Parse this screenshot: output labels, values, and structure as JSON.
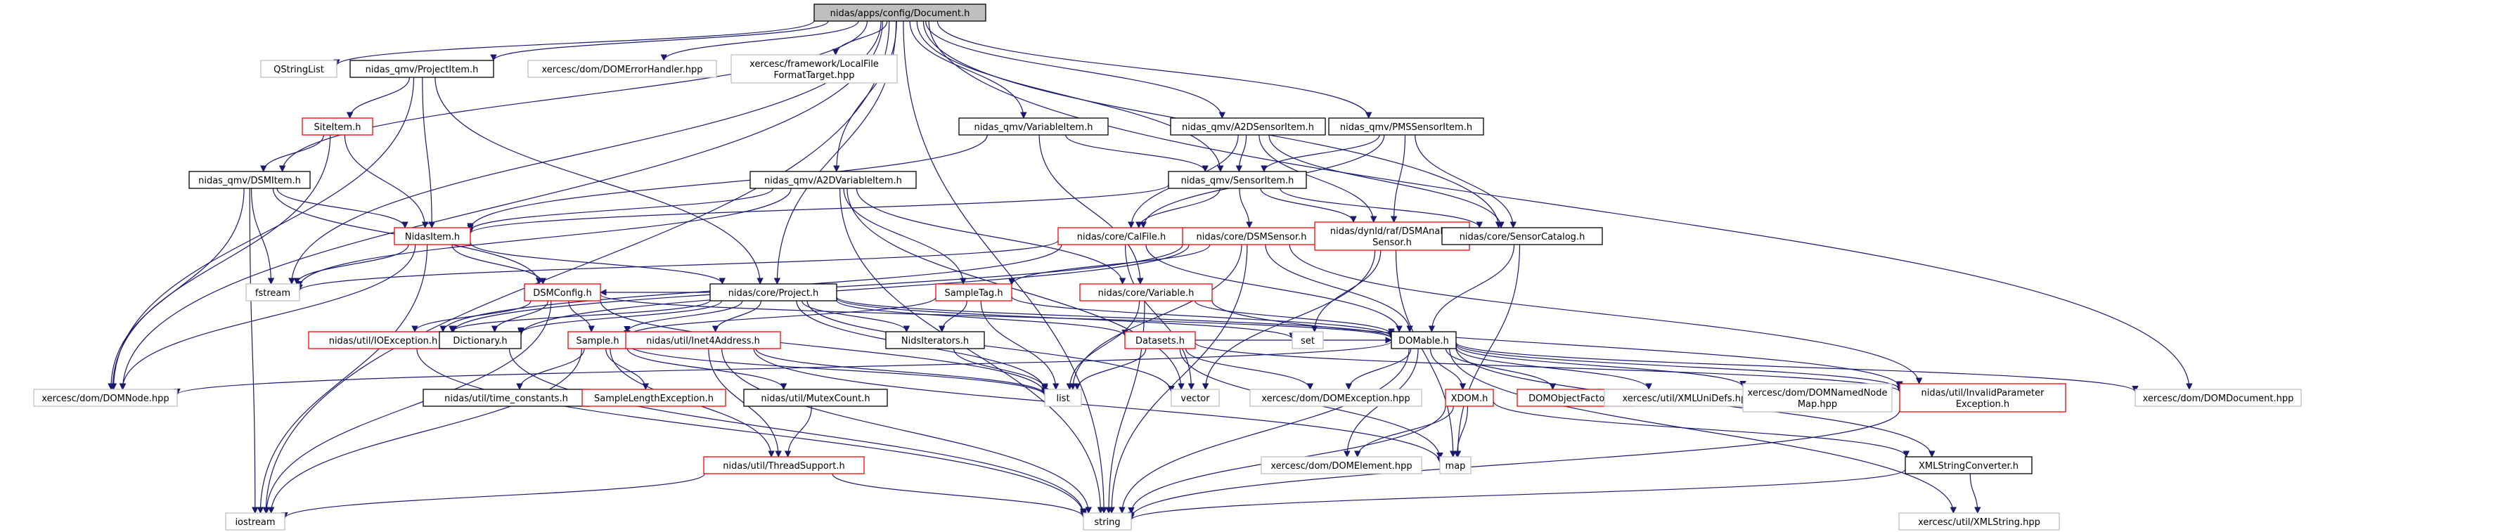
{
  "colors": {
    "edge": "#191970",
    "root_fill": "#bfbfbf",
    "root_border": "#000000",
    "documented_border": "#000000",
    "undocumented_border": "#bfbfbf",
    "incomplete_border": "#ff0000",
    "node_fill": "#ffffff"
  },
  "nodes": [
    {
      "id": "root",
      "label": "nidas/apps/config/Document.h",
      "kind": "root"
    },
    {
      "id": "qstringlist",
      "label": "QStringList",
      "kind": "undocumented"
    },
    {
      "id": "projectitem",
      "label": "nidas_qmv/ProjectItem.h",
      "kind": "documented"
    },
    {
      "id": "domerrorhandler",
      "label": "xercesc/dom/DOMErrorHandler.hpp",
      "kind": "undocumented"
    },
    {
      "id": "localfileformattarget",
      "label": [
        "xercesc/framework/LocalFile",
        "FormatTarget.hpp"
      ],
      "kind": "undocumented"
    },
    {
      "id": "variableitem",
      "label": "nidas_qmv/VariableItem.h",
      "kind": "documented"
    },
    {
      "id": "a2dsensoritem",
      "label": "nidas_qmv/A2DSensorItem.h",
      "kind": "documented"
    },
    {
      "id": "pmssensoritem",
      "label": "nidas_qmv/PMSSensorItem.h",
      "kind": "documented"
    },
    {
      "id": "siteitem",
      "label": "SiteItem.h",
      "kind": "incomplete"
    },
    {
      "id": "dsmitem",
      "label": "nidas_qmv/DSMItem.h",
      "kind": "documented"
    },
    {
      "id": "a2dvariableitem",
      "label": "nidas_qmv/A2DVariableItem.h",
      "kind": "documented"
    },
    {
      "id": "sensoritem",
      "label": "nidas_qmv/SensorItem.h",
      "kind": "documented"
    },
    {
      "id": "calfile",
      "label": "nidas/core/CalFile.h",
      "kind": "incomplete"
    },
    {
      "id": "dsmsensor",
      "label": "nidas/core/DSMSensor.h",
      "kind": "incomplete"
    },
    {
      "id": "dsmanalogsensor",
      "label": [
        "nidas/dynld/raf/DSMAnalog",
        "Sensor.h"
      ],
      "kind": "incomplete"
    },
    {
      "id": "sensorcatalog",
      "label": "nidas/core/SensorCatalog.h",
      "kind": "documented"
    },
    {
      "id": "nidasitem",
      "label": "NidasItem.h",
      "kind": "incomplete"
    },
    {
      "id": "fstream",
      "label": "fstream",
      "kind": "undocumented"
    },
    {
      "id": "project",
      "label": "nidas/core/Project.h",
      "kind": "documented"
    },
    {
      "id": "dsmconfig",
      "label": "DSMConfig.h",
      "kind": "incomplete"
    },
    {
      "id": "sampletag",
      "label": "SampleTag.h",
      "kind": "incomplete"
    },
    {
      "id": "variable",
      "label": "nidas/core/Variable.h",
      "kind": "incomplete"
    },
    {
      "id": "ioexception",
      "label": "nidas/util/IOException.h",
      "kind": "incomplete"
    },
    {
      "id": "dictionary",
      "label": "Dictionary.h",
      "kind": "documented"
    },
    {
      "id": "sample",
      "label": "Sample.h",
      "kind": "incomplete"
    },
    {
      "id": "inet4address",
      "label": "nidas/util/Inet4Address.h",
      "kind": "incomplete"
    },
    {
      "id": "niditerators",
      "label": "NidsIterators.h",
      "kind": "documented"
    },
    {
      "id": "datasets",
      "label": "Datasets.h",
      "kind": "incomplete"
    },
    {
      "id": "set",
      "label": "set",
      "kind": "undocumented"
    },
    {
      "id": "domable",
      "label": "DOMable.h",
      "kind": "documented"
    },
    {
      "id": "domnode",
      "label": "xercesc/dom/DOMNode.hpp",
      "kind": "undocumented"
    },
    {
      "id": "timeconstants",
      "label": "nidas/util/time_constants.h",
      "kind": "documented"
    },
    {
      "id": "samplelengthexception",
      "label": "SampleLengthException.h",
      "kind": "incomplete"
    },
    {
      "id": "mutexcount",
      "label": "nidas/util/MutexCount.h",
      "kind": "documented"
    },
    {
      "id": "list",
      "label": "list",
      "kind": "undocumented"
    },
    {
      "id": "vector",
      "label": "vector",
      "kind": "undocumented"
    },
    {
      "id": "domexception",
      "label": "xercesc/dom/DOMException.hpp",
      "kind": "undocumented"
    },
    {
      "id": "xdom",
      "label": "XDOM.h",
      "kind": "incomplete"
    },
    {
      "id": "domobjectfactory",
      "label": "DOMObjectFactory.h",
      "kind": "incomplete"
    },
    {
      "id": "xmlunidefs",
      "label": "xercesc/util/XMLUniDefs.hpp",
      "kind": "undocumented"
    },
    {
      "id": "domnamednodemap",
      "label": [
        "xercesc/dom/DOMNamedNode",
        "Map.hpp"
      ],
      "kind": "undocumented"
    },
    {
      "id": "invalidparameter",
      "label": [
        "nidas/util/InvalidParameter",
        "Exception.h"
      ],
      "kind": "incomplete"
    },
    {
      "id": "domdocument",
      "label": "xercesc/dom/DOMDocument.hpp",
      "kind": "undocumented"
    },
    {
      "id": "threadsupport",
      "label": "nidas/util/ThreadSupport.h",
      "kind": "incomplete"
    },
    {
      "id": "domelement",
      "label": "xercesc/dom/DOMElement.hpp",
      "kind": "undocumented"
    },
    {
      "id": "map",
      "label": "map",
      "kind": "undocumented"
    },
    {
      "id": "xmlstringconverter",
      "label": "XMLStringConverter.h",
      "kind": "documented"
    },
    {
      "id": "iostream",
      "label": "iostream",
      "kind": "undocumented"
    },
    {
      "id": "string",
      "label": "string",
      "kind": "undocumented"
    },
    {
      "id": "xmlstring",
      "label": "xercesc/util/XMLString.hpp",
      "kind": "undocumented"
    }
  ],
  "edges": [
    [
      "root",
      "qstringlist"
    ],
    [
      "root",
      "projectitem"
    ],
    [
      "root",
      "domerrorhandler"
    ],
    [
      "root",
      "localfileformattarget"
    ],
    [
      "root",
      "variableitem"
    ],
    [
      "root",
      "a2dsensoritem"
    ],
    [
      "root",
      "pmssensoritem"
    ],
    [
      "root",
      "dsmitem"
    ],
    [
      "root",
      "a2dvariableitem"
    ],
    [
      "root",
      "sensoritem"
    ],
    [
      "root",
      "sensorcatalog"
    ],
    [
      "root",
      "project"
    ],
    [
      "root",
      "fstream"
    ],
    [
      "root",
      "domnode"
    ],
    [
      "root",
      "domdocument"
    ],
    [
      "root",
      "iostream"
    ],
    [
      "root",
      "string"
    ],
    [
      "projectitem",
      "siteitem"
    ],
    [
      "projectitem",
      "nidasitem"
    ],
    [
      "projectitem",
      "project"
    ],
    [
      "projectitem",
      "domnode"
    ],
    [
      "siteitem",
      "dsmitem"
    ],
    [
      "siteitem",
      "nidasitem"
    ],
    [
      "siteitem",
      "domnode"
    ],
    [
      "dsmitem",
      "nidasitem"
    ],
    [
      "dsmitem",
      "dsmconfig"
    ],
    [
      "dsmitem",
      "fstream"
    ],
    [
      "dsmitem",
      "domnode"
    ],
    [
      "dsmitem",
      "iostream"
    ],
    [
      "variableitem",
      "sensoritem"
    ],
    [
      "variableitem",
      "nidasitem"
    ],
    [
      "variableitem",
      "variable"
    ],
    [
      "a2dsensoritem",
      "sensoritem"
    ],
    [
      "a2dsensoritem",
      "calfile"
    ],
    [
      "a2dsensoritem",
      "dsmanalogsensor"
    ],
    [
      "a2dsensoritem",
      "sensorcatalog"
    ],
    [
      "pmssensoritem",
      "sensoritem"
    ],
    [
      "pmssensoritem",
      "calfile"
    ],
    [
      "pmssensoritem",
      "dsmanalogsensor"
    ],
    [
      "pmssensoritem",
      "sensorcatalog"
    ],
    [
      "a2dvariableitem",
      "nidasitem"
    ],
    [
      "a2dvariableitem",
      "sampletag"
    ],
    [
      "a2dvariableitem",
      "variable"
    ],
    [
      "a2dvariableitem",
      "fstream"
    ],
    [
      "a2dvariableitem",
      "string"
    ],
    [
      "a2dvariableitem",
      "vector"
    ],
    [
      "sensoritem",
      "nidasitem"
    ],
    [
      "sensoritem",
      "calfile"
    ],
    [
      "sensoritem",
      "dsmsensor"
    ],
    [
      "sensoritem",
      "dsmanalogsensor"
    ],
    [
      "sensoritem",
      "sensorcatalog"
    ],
    [
      "calfile",
      "ioexception"
    ],
    [
      "calfile",
      "fstream"
    ],
    [
      "calfile",
      "domable"
    ],
    [
      "calfile",
      "vector"
    ],
    [
      "dsmsensor",
      "sampletag"
    ],
    [
      "dsmsensor",
      "ioexception"
    ],
    [
      "dsmsensor",
      "domable"
    ],
    [
      "dsmsensor",
      "dictionary"
    ],
    [
      "dsmsensor",
      "list"
    ],
    [
      "dsmsensor",
      "invalidparameter"
    ],
    [
      "dsmsensor",
      "string"
    ],
    [
      "dsmanalogsensor",
      "set"
    ],
    [
      "dsmanalogsensor",
      "vector"
    ],
    [
      "dsmanalogsensor",
      "map"
    ],
    [
      "sensorcatalog",
      "domable"
    ],
    [
      "sensorcatalog",
      "map"
    ],
    [
      "nidasitem",
      "project"
    ],
    [
      "nidasitem",
      "dsmconfig"
    ],
    [
      "nidasitem",
      "fstream"
    ],
    [
      "nidasitem",
      "iostream"
    ],
    [
      "nidasitem",
      "domnode"
    ],
    [
      "project",
      "dsmconfig"
    ],
    [
      "project",
      "ioexception"
    ],
    [
      "project",
      "dictionary"
    ],
    [
      "project",
      "sample"
    ],
    [
      "project",
      "inet4address"
    ],
    [
      "project",
      "niditerators"
    ],
    [
      "project",
      "datasets"
    ],
    [
      "project",
      "set"
    ],
    [
      "project",
      "domable"
    ],
    [
      "project",
      "list"
    ],
    [
      "project",
      "vector"
    ],
    [
      "dsmconfig",
      "sample"
    ],
    [
      "dsmconfig",
      "ioexception"
    ],
    [
      "dsmconfig",
      "dictionary"
    ],
    [
      "dsmconfig",
      "domable"
    ],
    [
      "dsmconfig",
      "list"
    ],
    [
      "dsmconfig",
      "iostream"
    ],
    [
      "sampletag",
      "sample"
    ],
    [
      "sampletag",
      "niditerators"
    ],
    [
      "sampletag",
      "domable"
    ],
    [
      "sampletag",
      "list"
    ],
    [
      "variable",
      "domable"
    ],
    [
      "variable",
      "invalidparameter"
    ],
    [
      "variable",
      "string"
    ],
    [
      "variable",
      "list"
    ],
    [
      "ioexception",
      "string"
    ],
    [
      "dictionary",
      "string"
    ],
    [
      "sample",
      "timeconstants"
    ],
    [
      "sample",
      "samplelengthexception"
    ],
    [
      "sample",
      "mutexcount"
    ],
    [
      "sample",
      "threadsupport"
    ],
    [
      "sample",
      "list"
    ],
    [
      "sample",
      "iostream"
    ],
    [
      "inet4address",
      "threadsupport"
    ],
    [
      "inet4address",
      "list"
    ],
    [
      "inet4address",
      "string"
    ],
    [
      "inet4address",
      "map"
    ],
    [
      "mutexcount",
      "threadsupport"
    ],
    [
      "threadsupport",
      "iostream"
    ],
    [
      "threadsupport",
      "string"
    ],
    [
      "niditerators",
      "list"
    ],
    [
      "datasets",
      "domable"
    ],
    [
      "datasets",
      "invalidparameter"
    ],
    [
      "datasets",
      "domexception"
    ],
    [
      "datasets",
      "list"
    ],
    [
      "datasets",
      "map"
    ],
    [
      "domable",
      "domnode"
    ],
    [
      "domable",
      "xdom"
    ],
    [
      "domable",
      "domobjectfactory"
    ],
    [
      "domable",
      "xmlunidefs"
    ],
    [
      "domable",
      "domnamednodemap"
    ],
    [
      "domable",
      "invalidparameter"
    ],
    [
      "domable",
      "domdocument"
    ],
    [
      "domable",
      "domelement"
    ],
    [
      "domable",
      "domexception"
    ],
    [
      "domable",
      "xmlstringconverter"
    ],
    [
      "domable",
      "xmlstring"
    ],
    [
      "domable",
      "string"
    ],
    [
      "xdom",
      "domelement"
    ],
    [
      "xdom",
      "map"
    ],
    [
      "xdom",
      "string"
    ],
    [
      "xdom",
      "xmlstringconverter"
    ],
    [
      "invalidparameter",
      "string"
    ],
    [
      "xmlstringconverter",
      "string"
    ],
    [
      "xmlstringconverter",
      "xmlstring"
    ]
  ]
}
